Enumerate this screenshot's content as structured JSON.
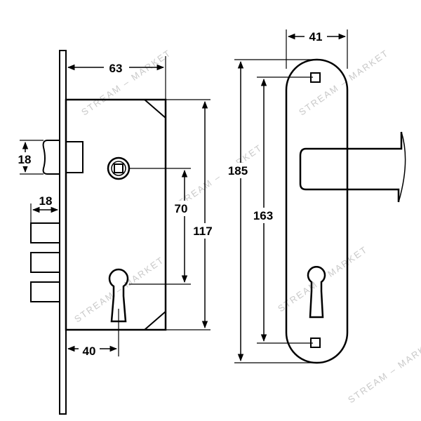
{
  "lock_body": {
    "dims": {
      "backset_width": "63",
      "latch_height": "18",
      "bolt_height": "18",
      "spindle_to_cylinder": "70",
      "body_height": "117",
      "cylinder_backset": "40"
    }
  },
  "handle_plate": {
    "dims": {
      "plate_width": "41",
      "plate_height": "185",
      "screw_spacing": "163"
    }
  },
  "watermark": "STREAM – MARKET",
  "colors": {
    "line": "#000000",
    "fill": "#ffffff",
    "watermark": "#c9c9c9"
  }
}
